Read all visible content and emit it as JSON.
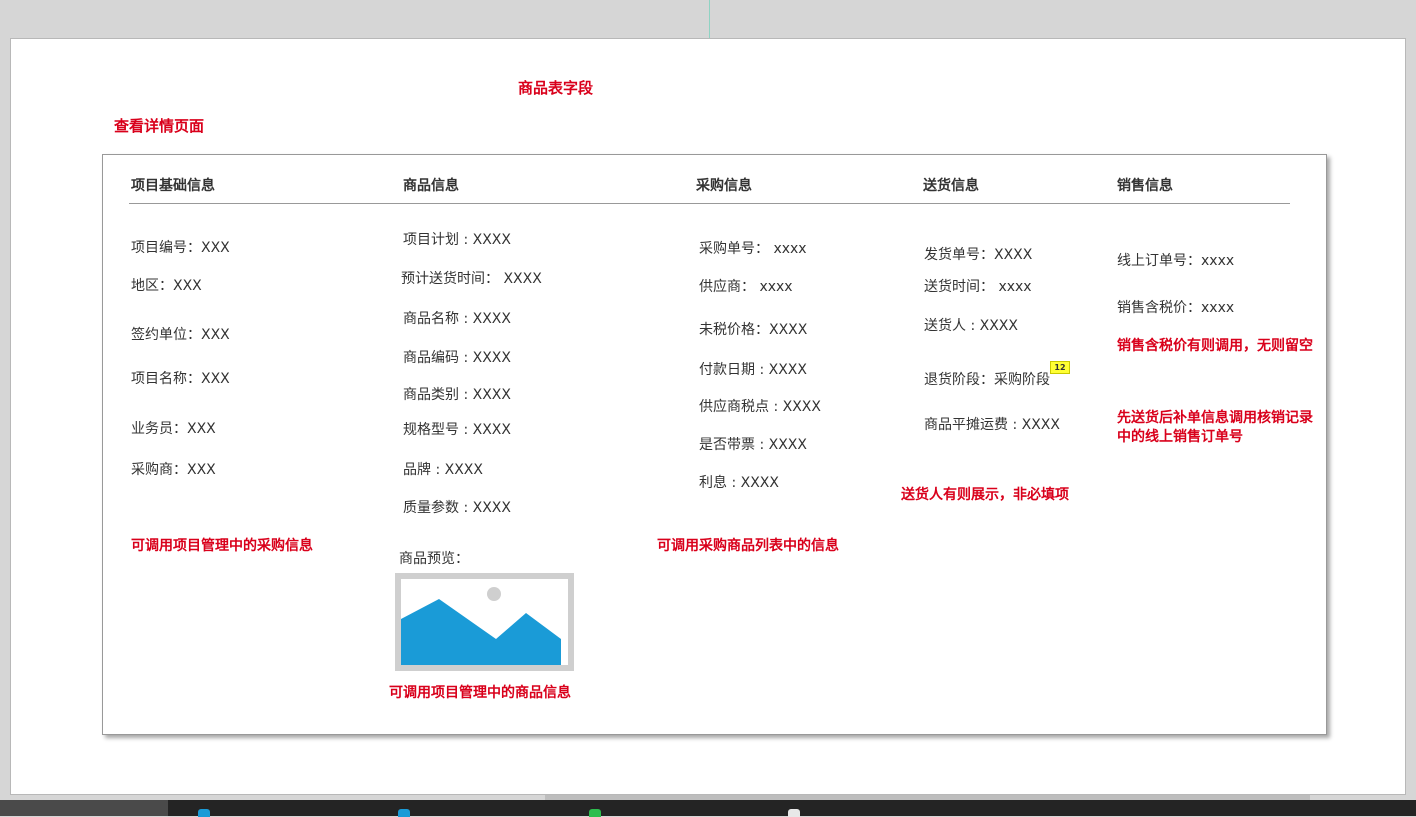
{
  "header": {
    "table_title": "商品表字段",
    "page_title": "查看详情页面"
  },
  "columns": {
    "project": {
      "title": "项目基础信息",
      "fields": [
        "项目编号：XXX",
        "地区：XXX",
        "签约单位：XXX",
        "项目名称：XXX",
        "业务员：XXX",
        "采购商：XXX"
      ],
      "note": "可调用项目管理中的采购信息"
    },
    "product": {
      "title": "商品信息",
      "fields": [
        "项目计划 : XXXX",
        "预计送货时间： XXXX",
        "商品名称 : XXXX",
        "商品编码 : XXXX",
        "商品类别 : XXXX",
        "规格型号 : XXXX",
        "品牌 : XXXX",
        "质量参数 : XXXX"
      ],
      "preview_label": "商品预览：",
      "note": "可调用项目管理中的商品信息"
    },
    "purchase": {
      "title": "采购信息",
      "fields": [
        "采购单号： xxxx",
        "供应商： xxxx",
        "未税价格：XXXX",
        "付款日期 : XXXX",
        "供应商税点 : XXXX",
        "是否带票 : XXXX",
        "利息 : XXXX"
      ],
      "note": "可调用采购商品列表中的信息"
    },
    "delivery": {
      "title": "送货信息",
      "fields": [
        "发货单号：XXXX",
        "送货时间： xxxx",
        "送货人 : XXXX",
        "退货阶段：采购阶段",
        "商品平摊运费 : XXXX"
      ],
      "badge": "12",
      "note": "送货人有则展示，非必填项"
    },
    "sales": {
      "title": "销售信息",
      "fields": [
        "线上订单号：xxxx",
        "销售含税价：xxxx"
      ],
      "note1": "销售含税价有则调用，无则留空",
      "note2": "先送货后补单信息调用核销记录中的线上销售订单号"
    }
  },
  "colors": {
    "note_red": "#d9001b",
    "image_blue": "#1a9bd7"
  }
}
